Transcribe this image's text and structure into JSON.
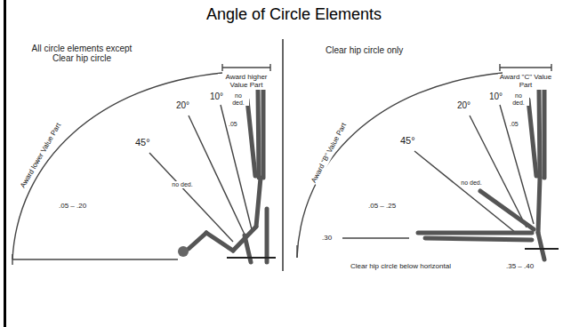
{
  "diagram": {
    "title": "Angle of Circle Elements",
    "labels": [
      "All circle elements except Clear hip circle",
      "Award higher Value Part",
      "Award lower Value Part",
      "20°",
      "10°",
      "45°",
      ".05",
      "no ded.",
      "no ded.",
      ".05 – .20",
      "Clear hip circle only",
      "Award \"C\" Value Part",
      "Award \"B\" Value Part",
      "20°",
      "10°",
      ".05",
      "no ded.",
      "45°",
      "no ded.",
      ".05 – .25",
      ".30",
      "Clear hip circle below horizontal",
      ".35 – .40"
    ]
  }
}
